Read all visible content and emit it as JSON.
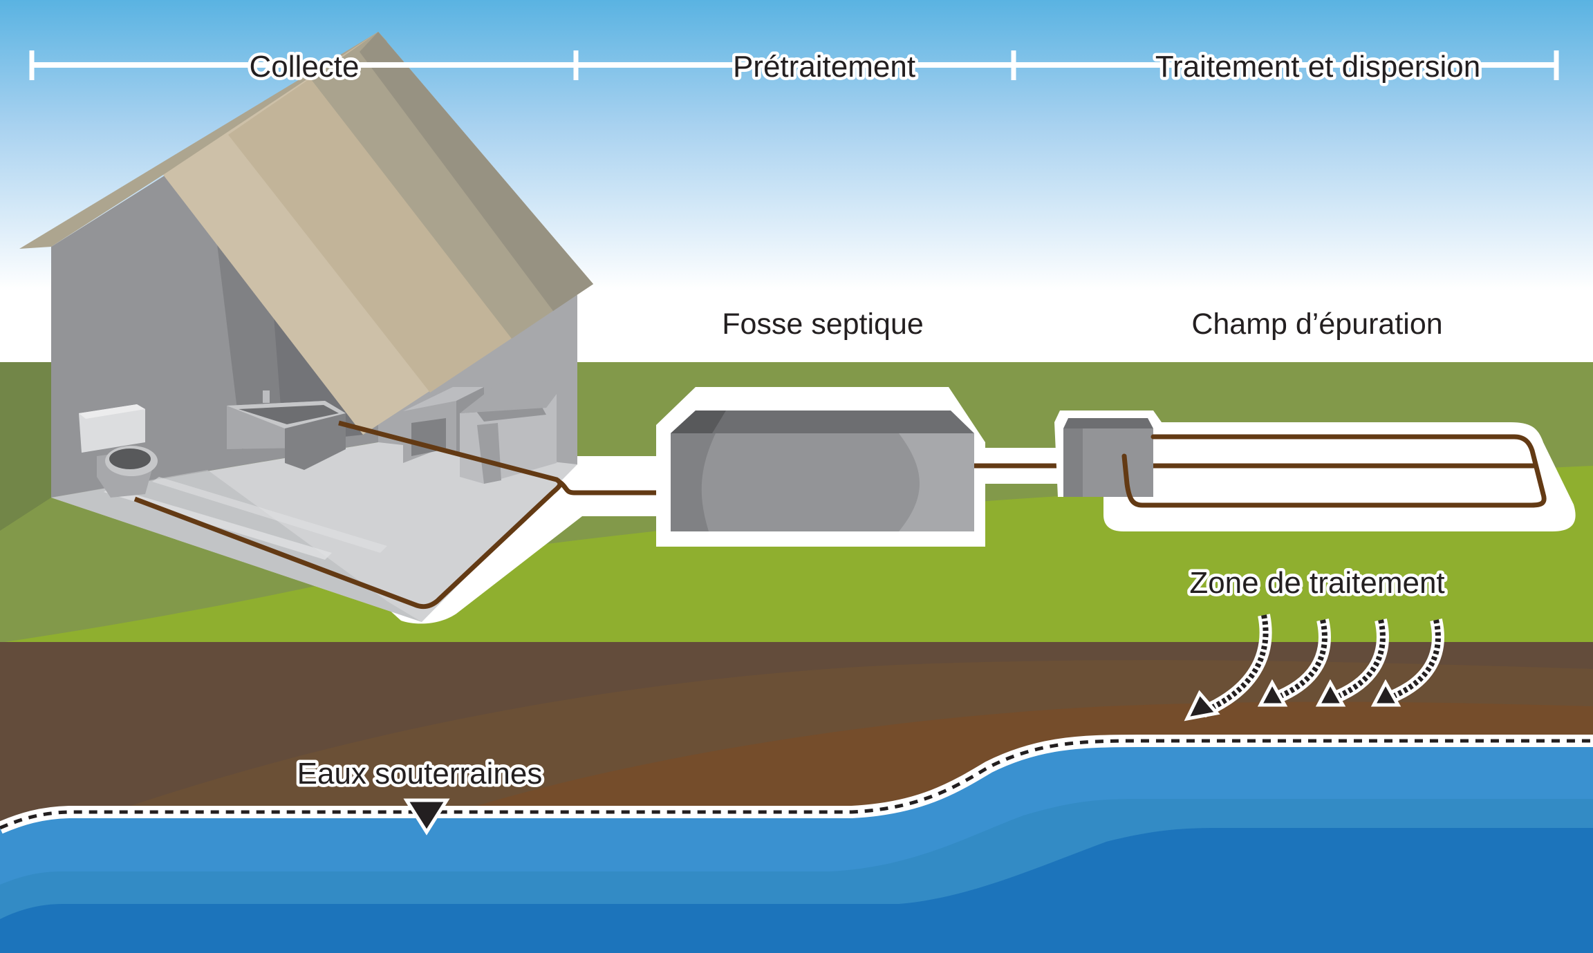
{
  "diagram": {
    "title": "Système septique : collecte, prétraitement, traitement et dispersion",
    "stages": [
      {
        "id": "collect",
        "label": "Collecte"
      },
      {
        "id": "pretreat",
        "label": "Prétraitement"
      },
      {
        "id": "treat",
        "label": "Traitement et dispersion"
      }
    ],
    "components": {
      "septic_tank": "Fosse septique",
      "drain_field": "Champ d’épuration",
      "treatment_zone": "Zone de traitement",
      "groundwater": "Eaux souterraines"
    },
    "house_fixtures": [
      "toilet",
      "bathtub",
      "stove",
      "washing-machine"
    ],
    "colors": {
      "sky_top": "#5ab3e2",
      "sky_bottom": "#ffffff",
      "grass_dark": "#82994a",
      "grass_shadow": "#728648",
      "grass_light": "#8faf2f",
      "soil_top": "#634c3b",
      "soil_mid": "#6b5036",
      "soil_low": "#754d2b",
      "water_1": "#3a91d0",
      "water_2": "#338bc5",
      "water_3": "#1c74bb",
      "pipe": "#633a14",
      "label_text": "#231f20"
    }
  }
}
